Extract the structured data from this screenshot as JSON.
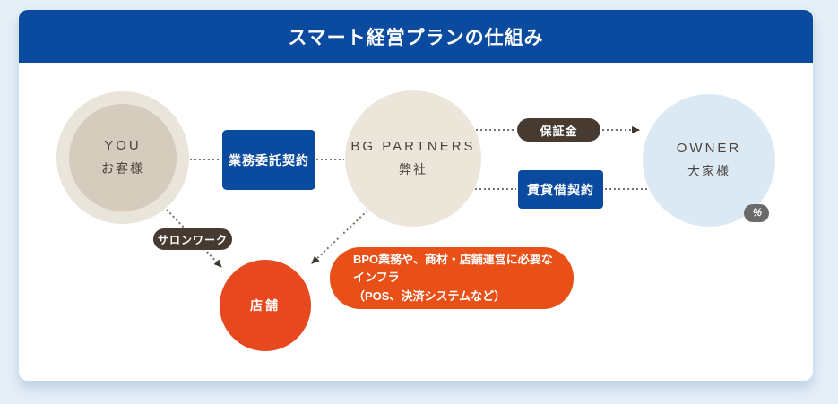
{
  "header": {
    "title": "スマート経営プランの仕組み"
  },
  "nodes": {
    "you": {
      "title": "YOU",
      "subtitle": "お客様"
    },
    "bg_partners": {
      "title": "BG PARTNERS",
      "subtitle": "弊社"
    },
    "owner": {
      "title": "OWNER",
      "subtitle": "大家様"
    },
    "store": {
      "title": "店舗"
    }
  },
  "labels": {
    "outsourcing_contract": "業務委託契約",
    "deposit": "保証金",
    "lease_contract": "賃貸借契約",
    "salon_work": "サロンワーク"
  },
  "note": {
    "line1": "BPO業務や、商材・店舗運営に必要なインフラ",
    "line2": "（POS、決済システムなど）"
  },
  "icons": {
    "owner_badge": "percent-icon",
    "owner_badge_glyph": "％"
  },
  "colors": {
    "background": "#E5EFF8",
    "header_blue": "#0A4A9F",
    "contract_blue": "#0A4A9F",
    "dark_brown": "#463A31",
    "orange": "#E85018",
    "store_orange": "#E8481D",
    "you_outer_beige": "#EAE5DB",
    "you_inner_beige": "#D5CCBD",
    "partners_beige": "#EBE5DA",
    "owner_light_blue": "#DBE9F4",
    "text_dark": "#4B443C",
    "dotted_line": "#7C7166"
  }
}
